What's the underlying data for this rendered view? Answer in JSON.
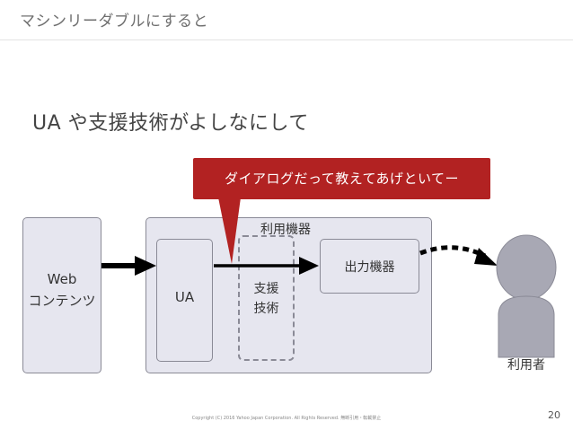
{
  "slide": {
    "title": "マシンリーダブルにすると",
    "heading": "UA や支援技術がよしなにして",
    "callout": "ダイアログだって教えてあげといてー",
    "page_number": "20",
    "copyright": "Copyright (C) 2016 Yahoo Japan Corporation. All Rights Reserved. 無断引用・転載禁止"
  },
  "diagram": {
    "web_content": {
      "line1": "Web",
      "line2": "コンテンツ"
    },
    "device": {
      "label": "利用機器"
    },
    "ua": {
      "label": "UA"
    },
    "assistive_tech": {
      "line1": "支援",
      "line2": "技術"
    },
    "output_device": {
      "label": "出力機器"
    },
    "user": {
      "label": "利用者"
    }
  },
  "colors": {
    "callout_bg": "#b22222",
    "box_fill": "#e6e6ef",
    "box_border": "#8a8a96",
    "user_fill": "#a8a8b4",
    "arrow": "#000000"
  }
}
